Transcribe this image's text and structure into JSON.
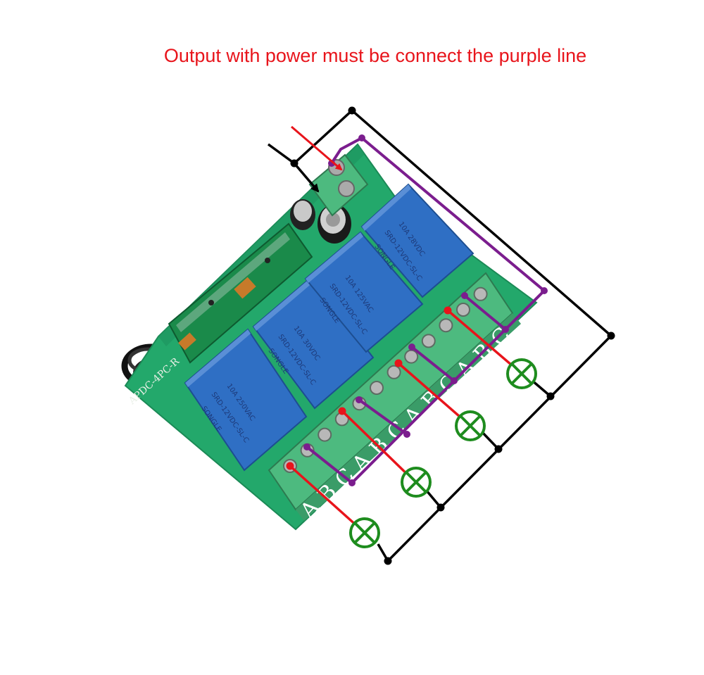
{
  "caption": {
    "text": "Output with power must be connect the purple line",
    "color": "#e8141b"
  },
  "board": {
    "label": "APDC-4PC-R",
    "relay_count": 4,
    "relay_text": {
      "brand": "SONGLE",
      "model": "SRD-12VDC-SL-C",
      "rating_1": "10A 250VAC",
      "rating_2": "10A 30VDC",
      "rating_3": "10A 125VAC",
      "rating_4": "10A 28VDC"
    },
    "terminal_letters": [
      "A",
      "B",
      "C",
      "A",
      "B",
      "C",
      "A",
      "B",
      "C",
      "A",
      "B",
      "C"
    ]
  },
  "lamps": {
    "count": 4,
    "symbol": "lamp-x-circle"
  },
  "colors": {
    "caption": "#e8141b",
    "pcb": "#23a86b",
    "relay": "#2f6fc4",
    "terminal": "#4dba7f",
    "positive_wire": "#e8141b",
    "negative_wire": "#000000",
    "common_wire": "#7b1d8e",
    "lamp": "#1e8c1e"
  }
}
